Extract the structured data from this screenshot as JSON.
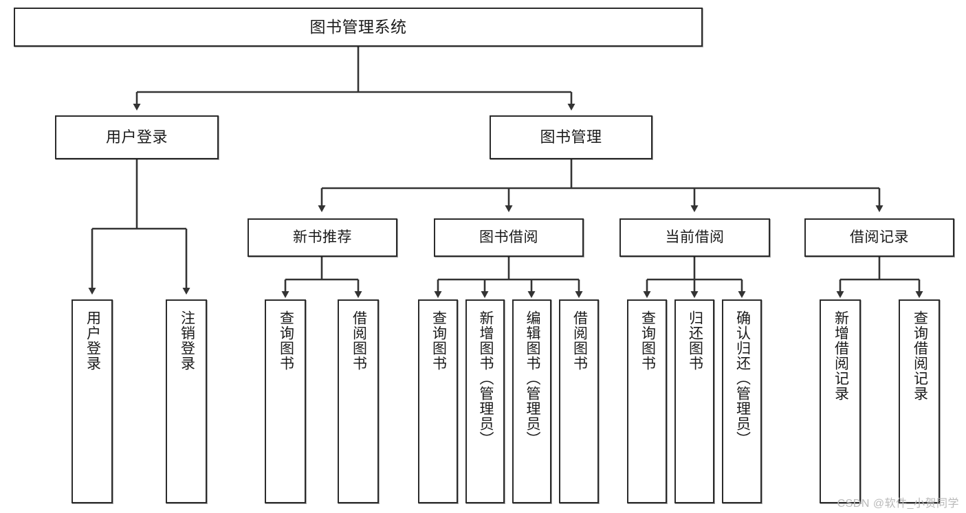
{
  "diagram": {
    "title": "图书管理系统",
    "watermark": "CSDN @软件_小贺同学",
    "colors": {
      "border": "#2b2b2b",
      "background": "#ffffff",
      "text": "#1a1a1a",
      "edge": "#333333",
      "watermark": "#b9b9b9"
    },
    "root": {
      "label": "图书管理系统"
    },
    "level1": [
      {
        "label": "用户登录"
      },
      {
        "label": "图书管理"
      }
    ],
    "level2": [
      {
        "label": "新书推荐"
      },
      {
        "label": "图书借阅"
      },
      {
        "label": "当前借阅"
      },
      {
        "label": "借阅记录"
      }
    ],
    "leaves": {
      "user_login": [
        {
          "label": "用户登录"
        },
        {
          "label": "注销登录"
        }
      ],
      "new_book_recommend": [
        {
          "label": "查询图书"
        },
        {
          "label": "借阅图书"
        }
      ],
      "book_borrow": [
        {
          "label": "查询图书"
        },
        {
          "label": "新增图书（管理员）"
        },
        {
          "label": "编辑图书（管理员）"
        },
        {
          "label": "借阅图书"
        }
      ],
      "current_borrow": [
        {
          "label": "查询图书"
        },
        {
          "label": "归还图书"
        },
        {
          "label": "确认归还（管理员）"
        }
      ],
      "borrow_record": [
        {
          "label": "新增借阅记录"
        },
        {
          "label": "查询借阅记录"
        }
      ]
    }
  }
}
